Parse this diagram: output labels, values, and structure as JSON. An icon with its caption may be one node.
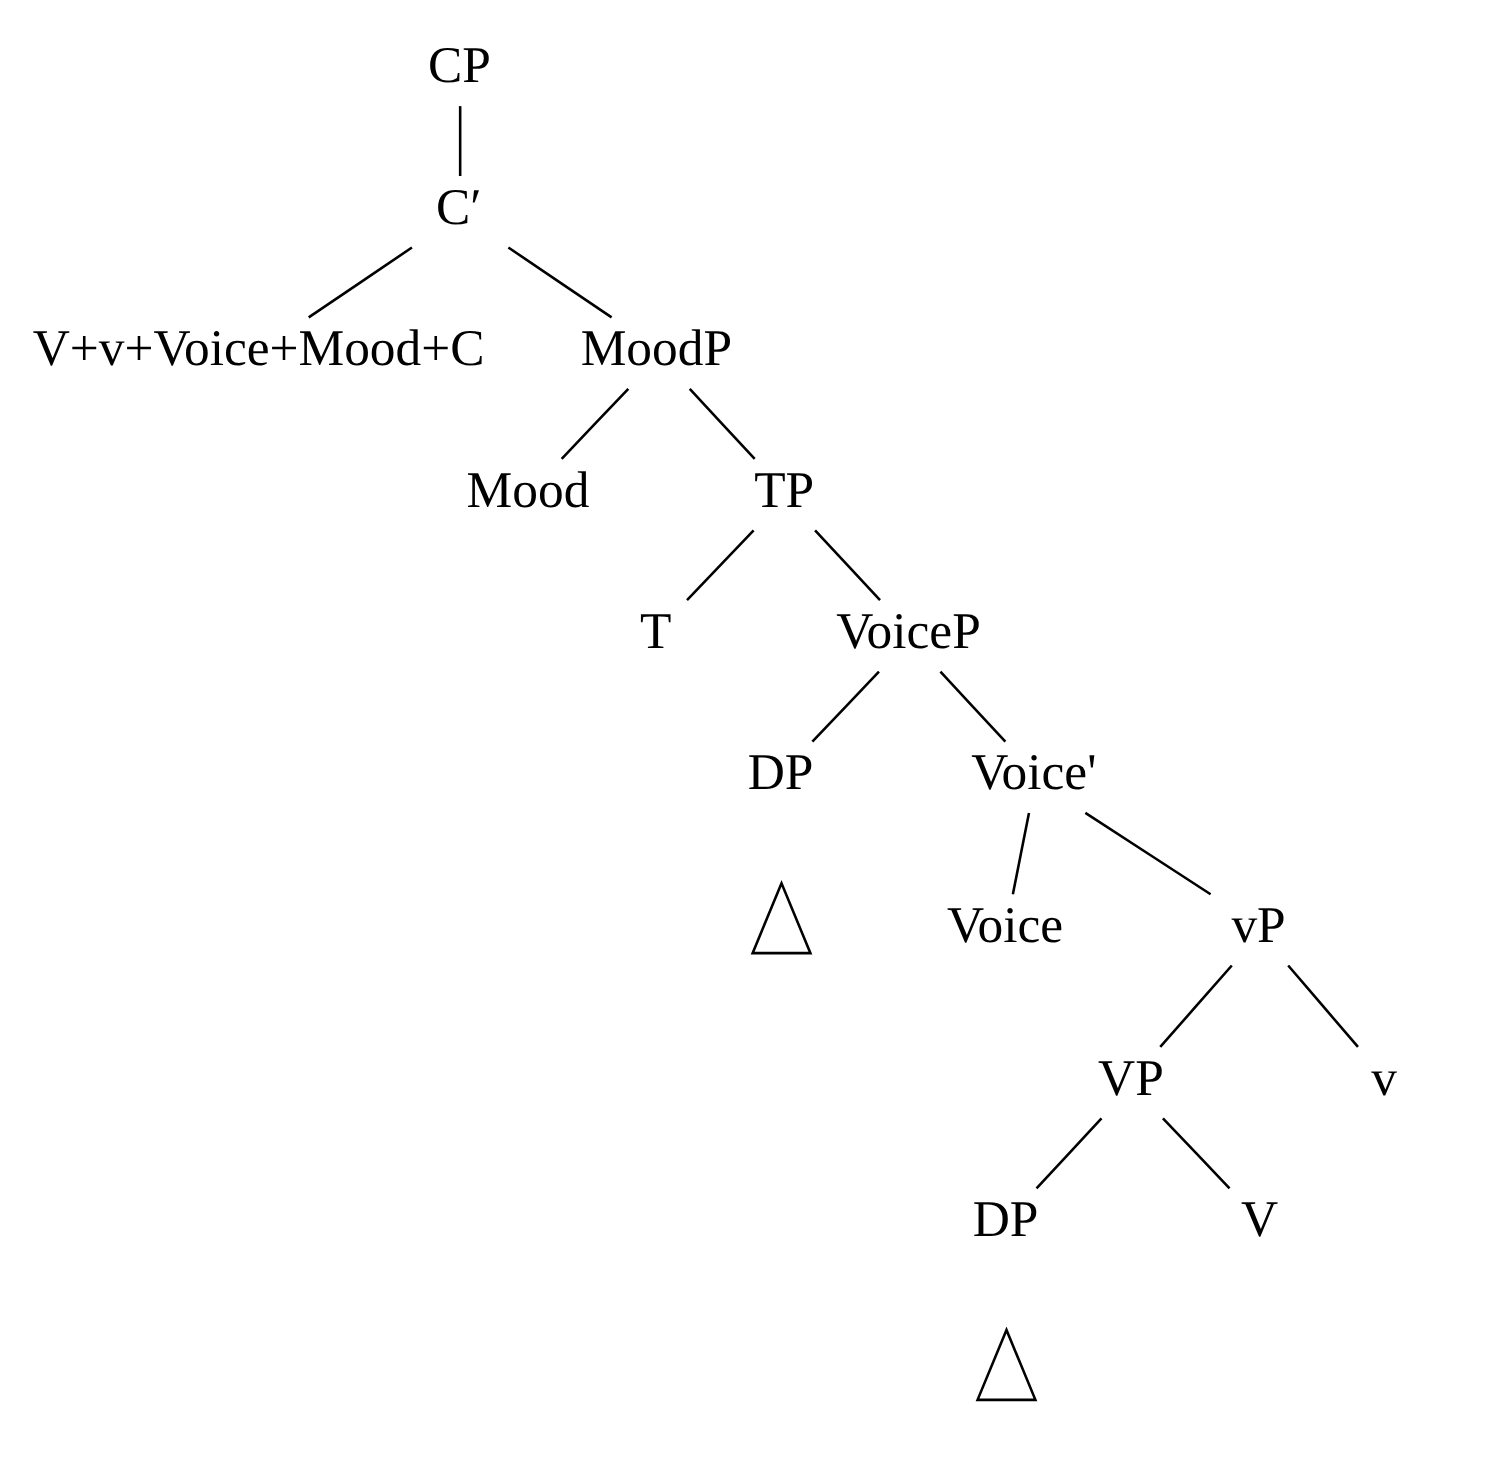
{
  "diagram": {
    "nodes": [
      {
        "text": [
          "CP"
        ]
      },
      {
        "text": [
          "C′"
        ]
      },
      {
        "text": [
          "V+v+Voice+Mood+C"
        ]
      },
      {
        "text": [
          "MoodP"
        ]
      },
      {
        "text": [
          "Mood"
        ]
      },
      {
        "text": [
          "TP"
        ]
      },
      {
        "text": [
          "T"
        ]
      },
      {
        "text": [
          "VoiceP"
        ]
      },
      {
        "text": [
          "DP"
        ]
      },
      {
        "text": [],
        "shape": "triangle"
      },
      {
        "text": [
          "Voice'"
        ]
      },
      {
        "text": [
          "Voice"
        ]
      },
      {
        "text": [
          "vP"
        ]
      },
      {
        "text": [
          "VP"
        ]
      },
      {
        "text": [
          "v"
        ]
      },
      {
        "text": [
          "DP"
        ]
      },
      {
        "text": [],
        "shape": "triangle"
      },
      {
        "text": [
          "V"
        ]
      }
    ],
    "edges": [
      {
        "from": 0,
        "to": 1,
        "arrow": "none"
      },
      {
        "from": 1,
        "to": 2,
        "arrow": "none"
      },
      {
        "from": 1,
        "to": 3,
        "arrow": "none"
      },
      {
        "from": 3,
        "to": 4,
        "arrow": "none"
      },
      {
        "from": 3,
        "to": 5,
        "arrow": "none"
      },
      {
        "from": 5,
        "to": 6,
        "arrow": "none"
      },
      {
        "from": 5,
        "to": 7,
        "arrow": "none"
      },
      {
        "from": 7,
        "to": 8,
        "arrow": "none"
      },
      {
        "from": 7,
        "to": 10,
        "arrow": "none"
      },
      {
        "from": 10,
        "to": 11,
        "arrow": "none"
      },
      {
        "from": 10,
        "to": 12,
        "arrow": "none"
      },
      {
        "from": 12,
        "to": 13,
        "arrow": "none"
      },
      {
        "from": 12,
        "to": 14,
        "arrow": "none"
      },
      {
        "from": 13,
        "to": 15,
        "arrow": "none"
      },
      {
        "from": 13,
        "to": 17,
        "arrow": "none"
      }
    ]
  }
}
